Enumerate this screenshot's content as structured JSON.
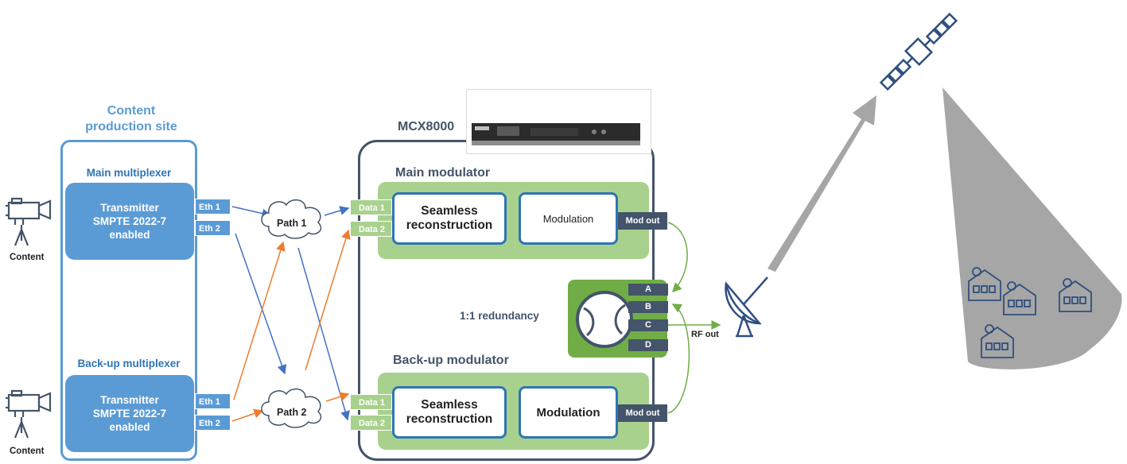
{
  "site": {
    "title_line1": "Content",
    "title_line2": "production site"
  },
  "main_mux": {
    "label": "Main multiplexer",
    "tx_line1": "Transmitter",
    "tx_line2": "SMPTE 2022-7",
    "tx_line3": "enabled",
    "eth1": "Eth 1",
    "eth2": "Eth 2"
  },
  "backup_mux": {
    "label": "Back-up multiplexer",
    "tx_line1": "Transmitter",
    "tx_line2": "SMPTE 2022-7",
    "tx_line3": "enabled",
    "eth1": "Eth 1",
    "eth2": "Eth 2"
  },
  "content_label": "Content",
  "paths": {
    "path1": "Path 1",
    "path2": "Path 2"
  },
  "mcx": {
    "title": "MCX8000"
  },
  "main_modulator": {
    "title": "Main modulator",
    "data1": "Data 1",
    "data2": "Data 2",
    "seamless_line1": "Seamless",
    "seamless_line2": "reconstruction",
    "modulation": "Modulation",
    "mod_out": "Mod out"
  },
  "backup_modulator": {
    "title": "Back-up modulator",
    "data1": "Data 1",
    "data2": "Data 2",
    "seamless_line1": "Seamless",
    "seamless_line2": "reconstruction",
    "modulation": "Modulation",
    "mod_out": "Mod out"
  },
  "redundancy": {
    "label": "1:1 redundancy",
    "ports": [
      "A",
      "B",
      "C",
      "D"
    ],
    "rf_out": "RF out"
  },
  "colors": {
    "blue": "#5b9bd5",
    "dark_blue": "#2e75b6",
    "orange": "#ed7d31",
    "green": "#70ad47",
    "light_green": "#a9d18e",
    "slate": "#44546a",
    "grey": "#a6a6a6"
  }
}
